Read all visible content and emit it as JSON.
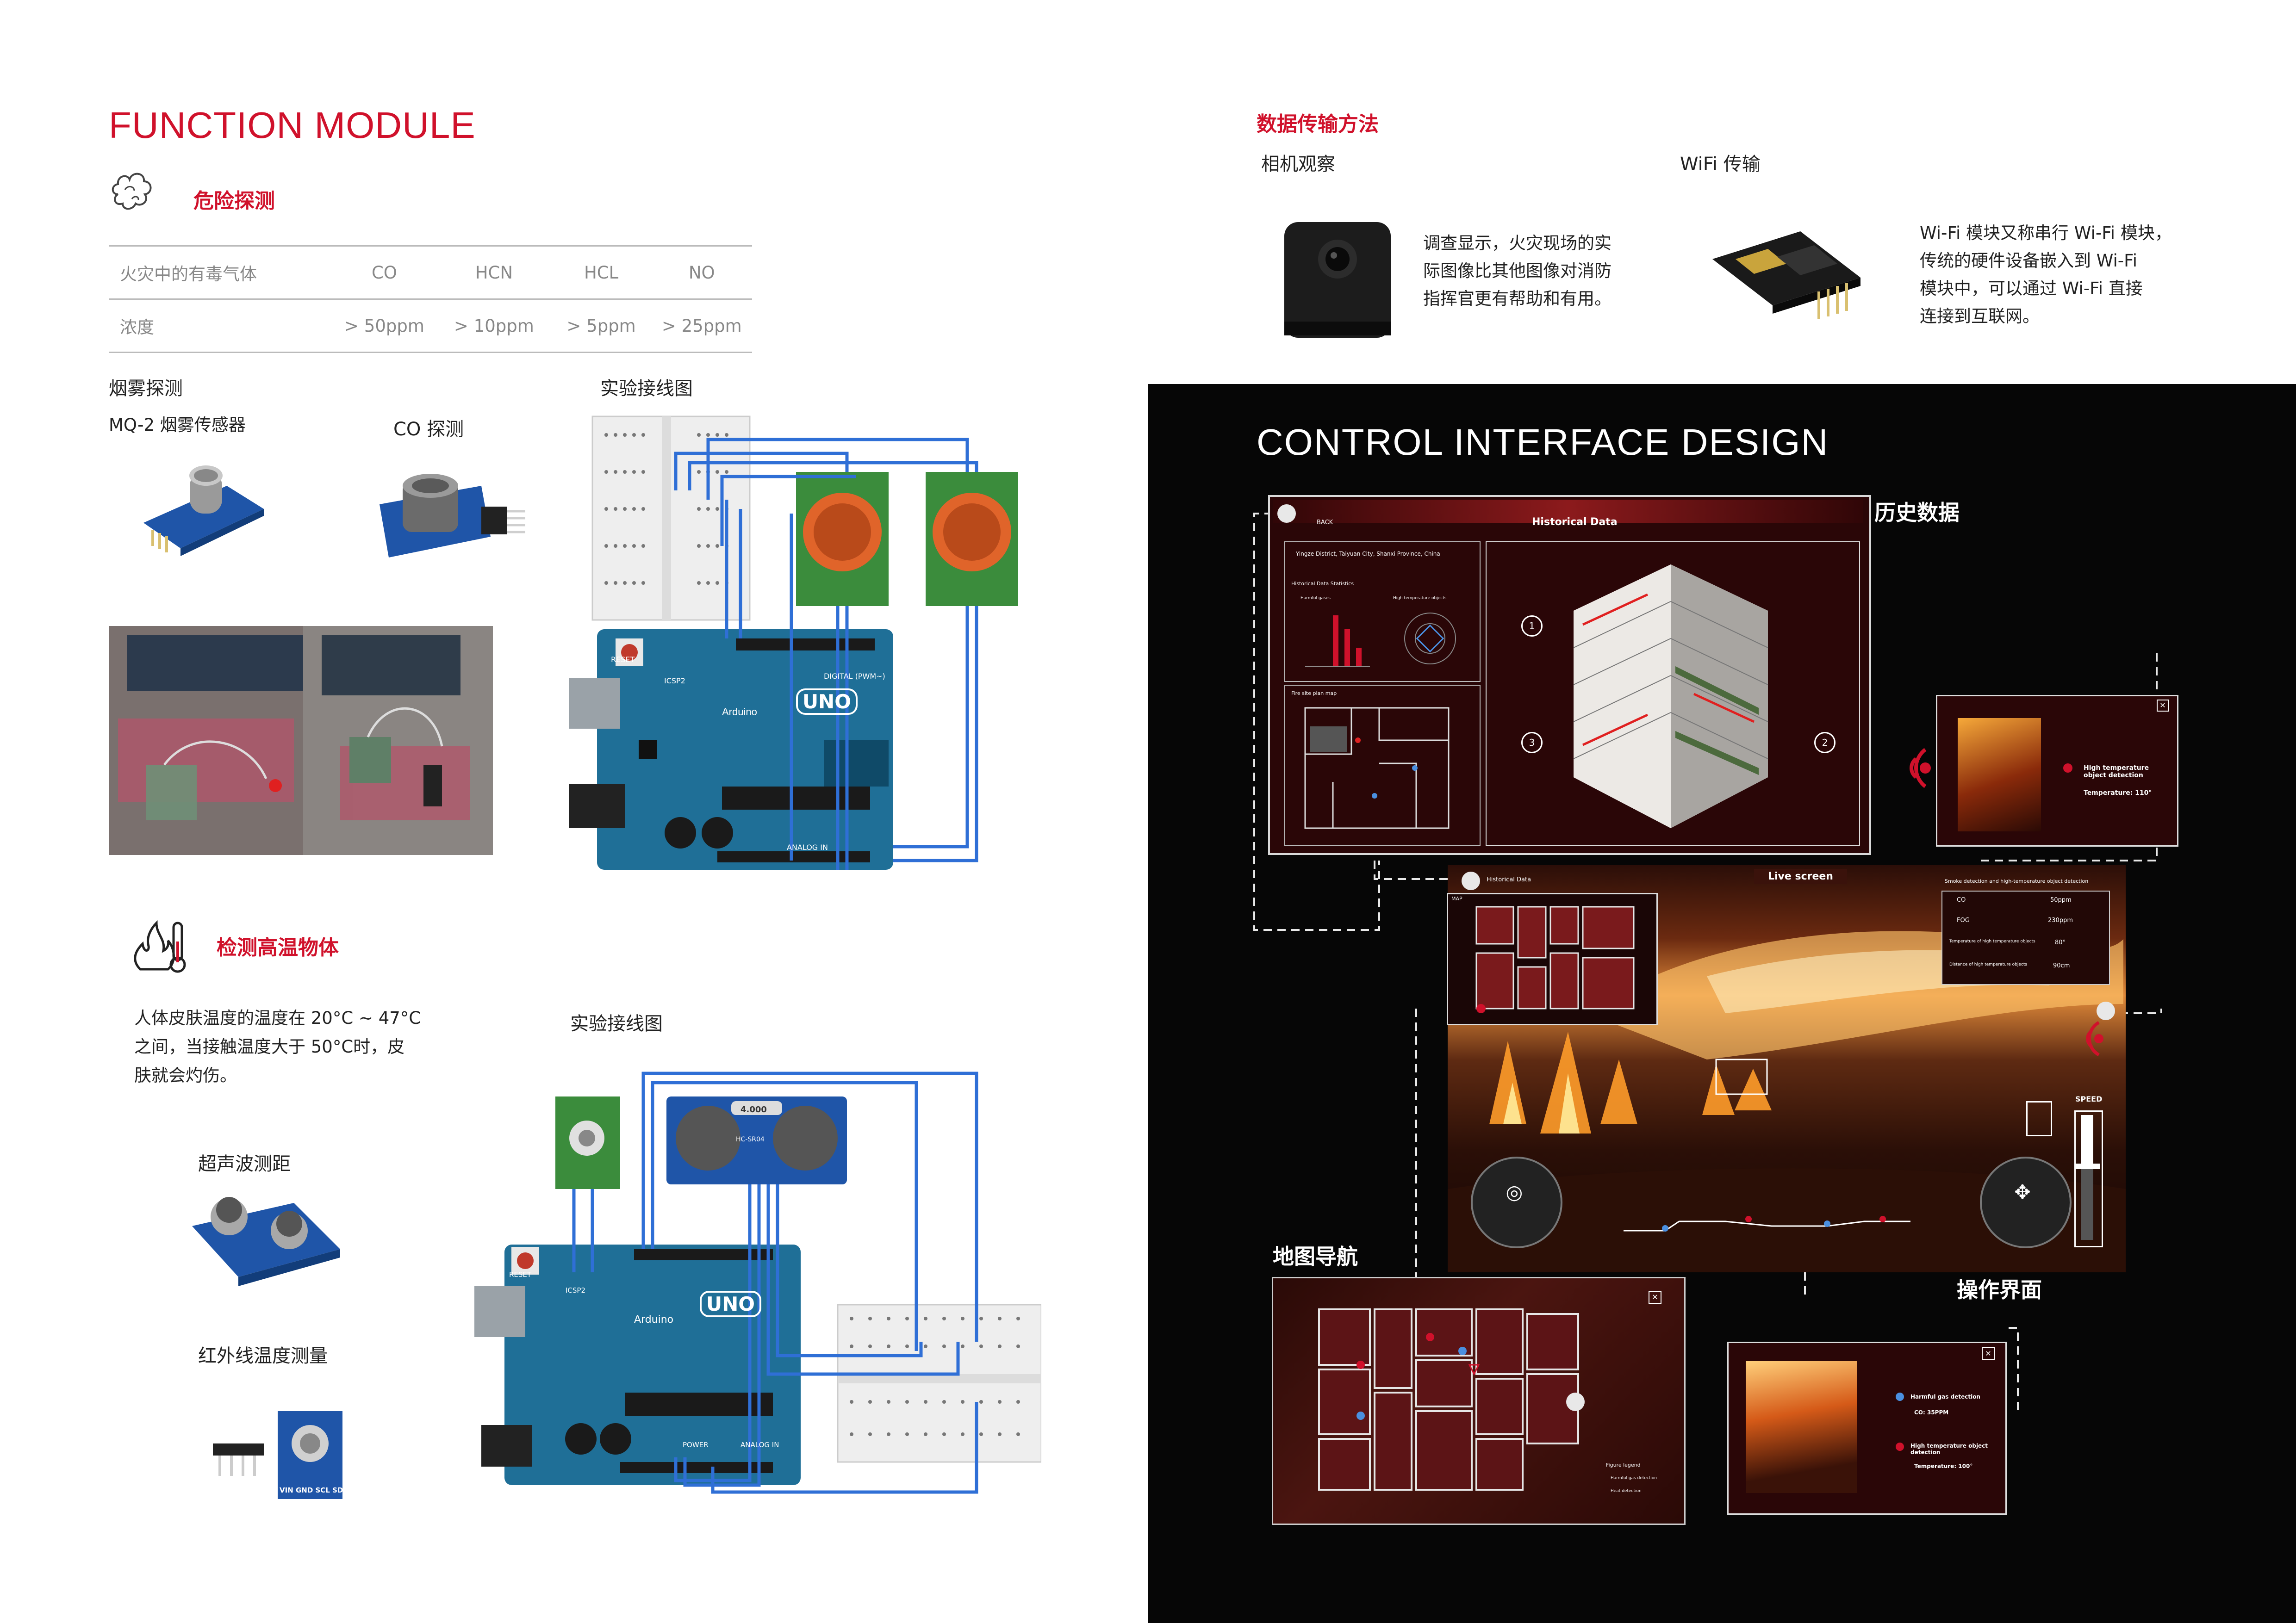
{
  "left": {
    "title": "FUNCTION MODULE",
    "danger_detection": "危险探测",
    "gas_table": {
      "rows": [
        [
          "火灾中的有毒气体",
          "CO",
          "HCN",
          "HCL",
          "NO"
        ],
        [
          "浓度",
          "> 50ppm",
          "> 10ppm",
          "> 5ppm",
          "> 25ppm"
        ]
      ]
    },
    "smoke_detection": "烟雾探测",
    "mq2_label": "MQ-2 烟雾传感器",
    "co_label": "CO 探测",
    "wiring_label_1": "实验接线图",
    "high_temp_heading": "检测高温物体",
    "skin_text_lines": [
      "人体皮肤温度的温度在 20°C ~ 47°C",
      "之间，当接触温度大于 50°C时，皮",
      "肤就会灼伤。"
    ],
    "wiring_label_2": "实验接线图",
    "ultrasonic_label": "超声波测距",
    "ir_label": "红外线温度测量",
    "ir_pins": "VIN GND SCL SDA",
    "arduino_brand": "Arduino",
    "arduino_model": "UNO",
    "ultrasonic_module": "HC-SR04",
    "ultrasonic_crystal": "4.000",
    "reset_label": "RESET",
    "icsp_label": "ICSP2",
    "digital_label": "DIGITAL (PWM~)",
    "analog_label": "ANALOG IN",
    "power_label": "POWER"
  },
  "right": {
    "transfer_heading": "数据传输方法",
    "camera_label": "相机观察",
    "wifi_label": "WiFi 传输",
    "camera_text_lines": [
      "调查显示，火灾现场的实",
      "际图像比其他图像对消防",
      "指挥官更有帮助和有用。"
    ],
    "wifi_text_lines": [
      "Wi-Fi 模块又称串行 Wi-Fi 模块，",
      "传统的硬件设备嵌入到 Wi-Fi",
      "模块中，可以通过 Wi-Fi 直接",
      "连接到互联网。"
    ],
    "ctrl_title": "CONTROL  INTERFACE  DESIGN",
    "history_label": "历史数据",
    "map_nav_label": "地图导航",
    "operation_label": "操作界面",
    "hist_screen": {
      "back": "BACK",
      "title": "Historical Data",
      "location": "Yingze District, Taiyuan City, Shanxi Province, China",
      "stats_title": "Historical Data Statistics",
      "legend_a": "Harmful gases",
      "legend_b": "High temperature objects",
      "floor_plan": "Fire site plan map",
      "markers": [
        "1",
        "2",
        "3"
      ]
    },
    "popup_1": {
      "title": "High temperature object detection",
      "temp": "Temperature:  110°"
    },
    "live_screen": {
      "history_tab": "Historical Data",
      "live_title": "Live screen",
      "map_tag": "MAP",
      "table_title": "Smoke detection and high-temperature object detection",
      "rows": [
        [
          "CO",
          "50ppm"
        ],
        [
          "FOG",
          "230ppm"
        ],
        [
          "Temperature of high temperature objects",
          "80°"
        ],
        [
          "Distance of high temperature objects",
          "90cm"
        ]
      ],
      "speed": "SPEED"
    },
    "map_screen": {
      "legend_title": "Figure legend",
      "legend_a": "Harmful gas detection",
      "legend_b": "Heat detection"
    },
    "popup_2": {
      "gas_title": "Harmful gas detection",
      "gas_val": "CO:  35PPM",
      "temp_title": "High temperature object detection",
      "temp_val": "Temperature:  100°"
    }
  },
  "colors": {
    "accent": "#d0112b",
    "dark_panel": "#060606",
    "board_blue": "#1f6f97",
    "wire_blue": "#2f6fd6",
    "sensor_green": "#3b8c3c"
  }
}
